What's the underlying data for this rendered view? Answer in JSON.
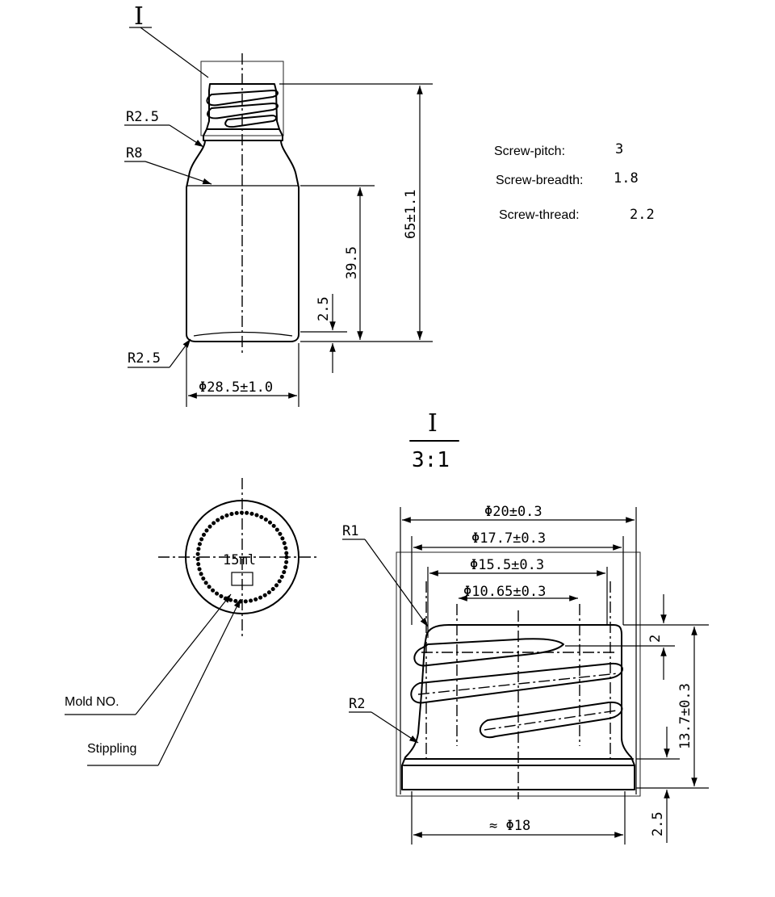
{
  "view_labels": {
    "detail_marker": "I",
    "detail_title": "I",
    "detail_scale": "3:1"
  },
  "bottle_view": {
    "label_neck_radius": "R2.5",
    "label_shoulder_radius": "R8",
    "label_base_radius": "R2.5",
    "dim_height": "65±1.1",
    "dim_body_height": "39.5",
    "dim_base_step": "2.5",
    "dim_diameter": "Φ28.5±1.0"
  },
  "specs": {
    "screw_pitch_label": "Screw-pitch:",
    "screw_pitch_value": "3",
    "screw_breadth_label": "Screw-breadth:",
    "screw_breadth_value": "1.8",
    "screw_thread_label": "Screw-thread:",
    "screw_thread_value": "2.2"
  },
  "bottom_view": {
    "capacity": "15ml",
    "mold_label": "Mold NO.",
    "stippling_label": "Stippling"
  },
  "detail_view": {
    "dim_outer": "Φ20±0.3",
    "dim_thread_outer": "Φ17.7±0.3",
    "dim_thread_root": "Φ15.5±0.3",
    "dim_bore": "Φ10.65±0.3",
    "dim_base": "≈ Φ18",
    "dim_thread_start": "2",
    "dim_neck_height": "13.7±0.3",
    "dim_collar": "2.5",
    "label_r1": "R1",
    "label_r2": "R2"
  }
}
